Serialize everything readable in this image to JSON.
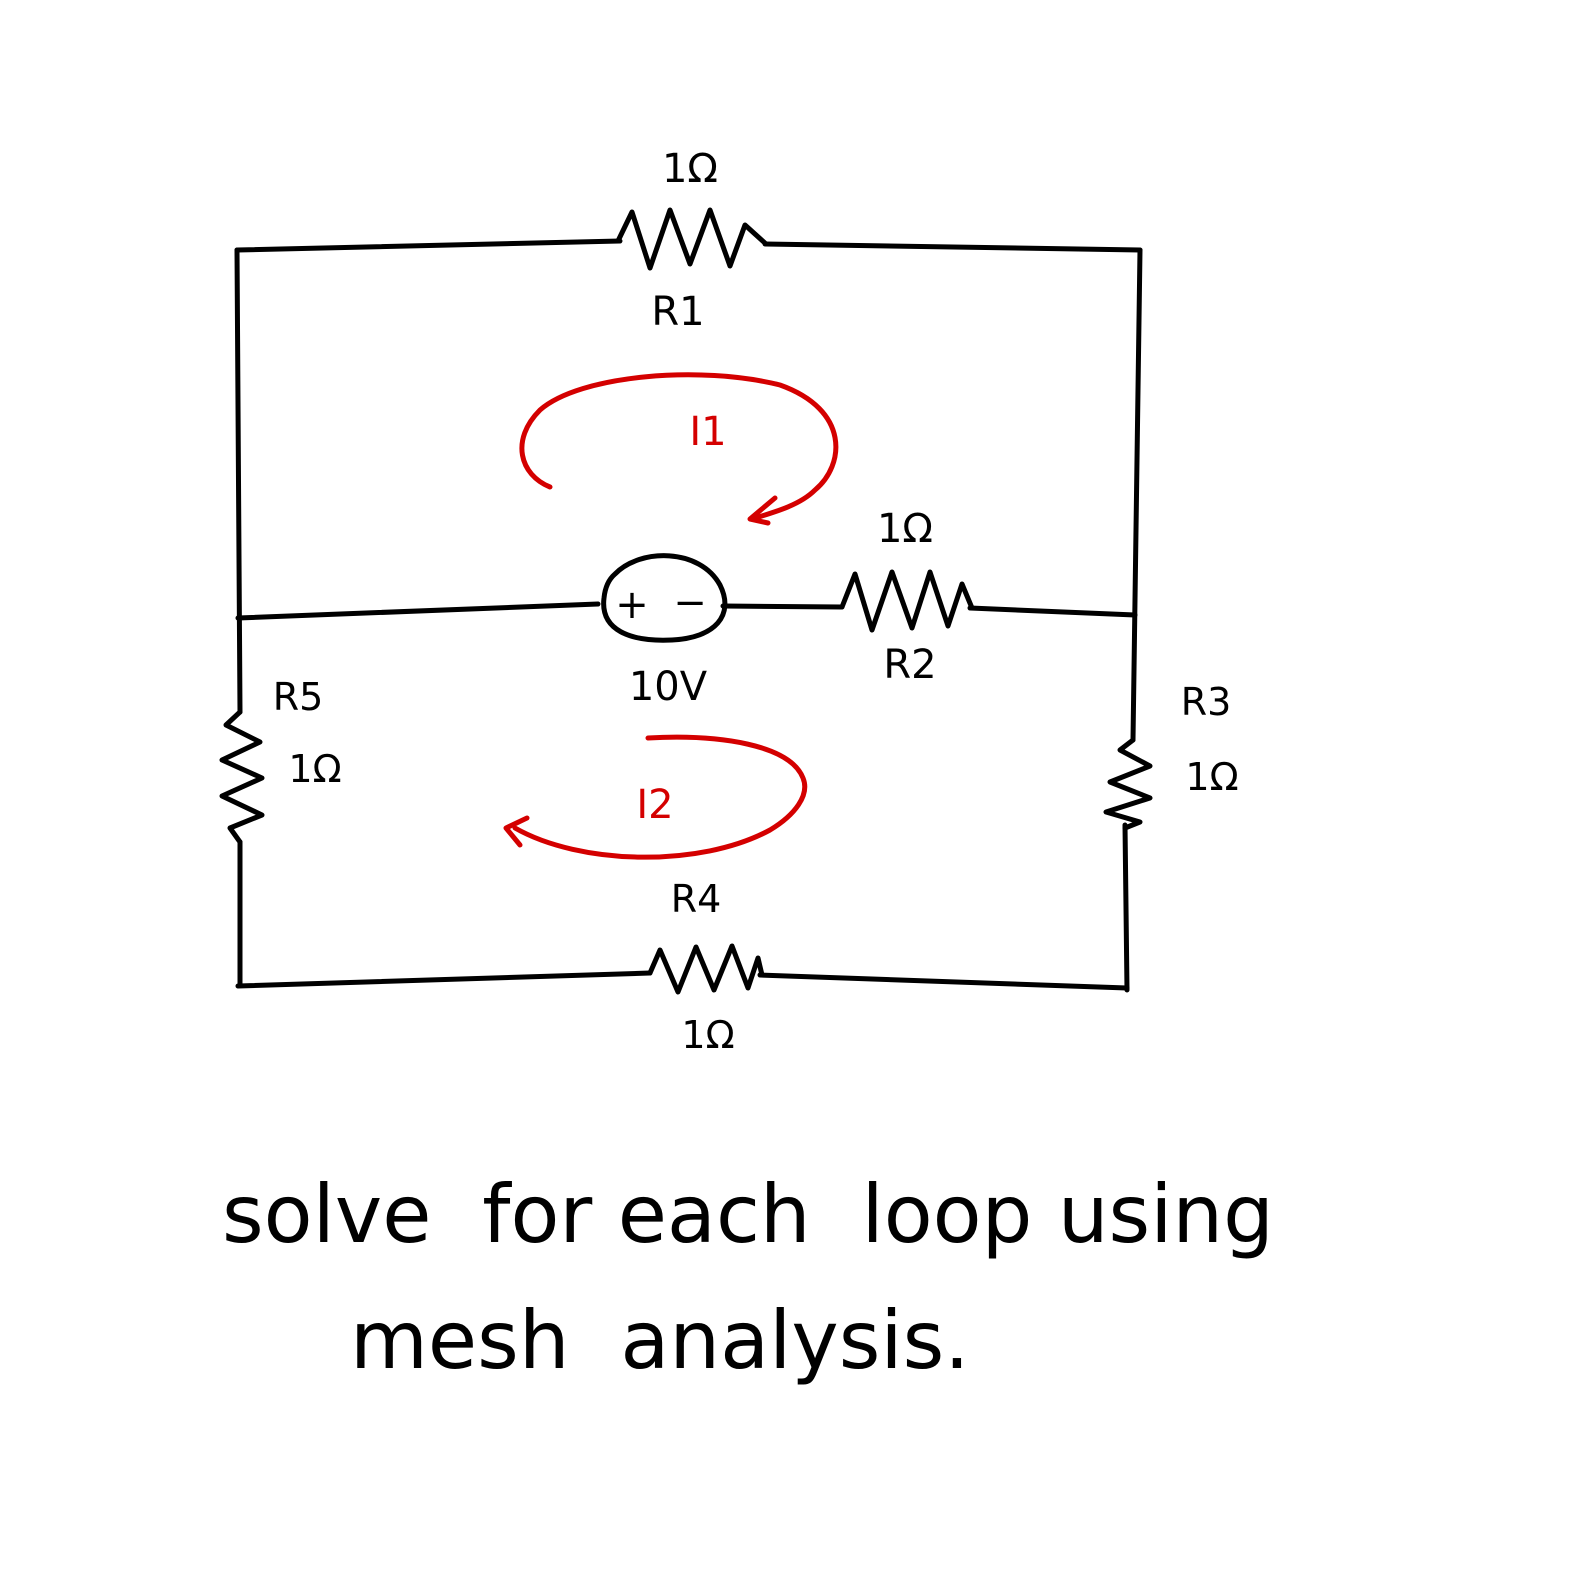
{
  "circuit": {
    "r1": {
      "name": "R1",
      "value": "1Ω"
    },
    "r2": {
      "name": "R2",
      "value": "1Ω"
    },
    "r3": {
      "name": "R3",
      "value": "1Ω"
    },
    "r4": {
      "name": "R4",
      "value": "1Ω"
    },
    "r5": {
      "name": "R5",
      "value": "1Ω"
    },
    "source": {
      "value": "10V",
      "plus": "+",
      "minus": "−"
    },
    "mesh1": {
      "label": "I1"
    },
    "mesh2": {
      "label": "I2"
    }
  },
  "prompt": {
    "line1": "solve  for each  loop using",
    "line2": "mesh  analysis."
  },
  "colors": {
    "ink": "#000000",
    "mesh": "#d40000"
  }
}
